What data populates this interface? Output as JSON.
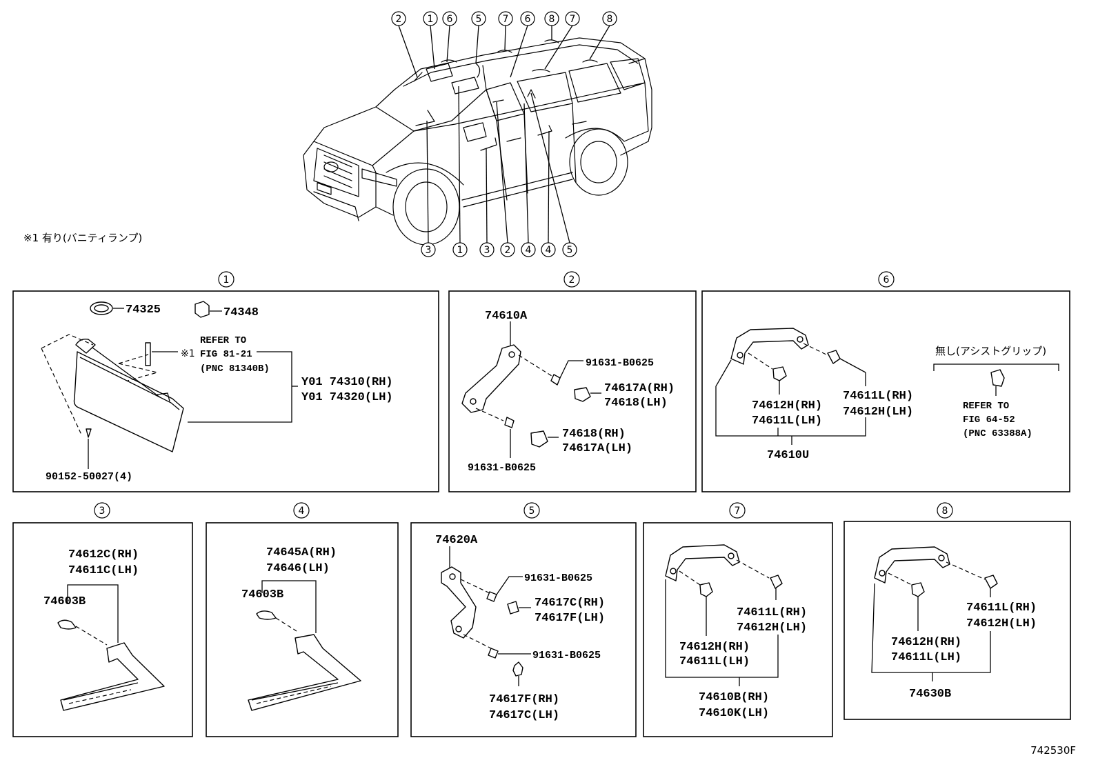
{
  "footnote": "※1 有り(バニティランプ)",
  "figure_id": "742530F",
  "overview_callouts_top": [
    "2",
    "1",
    "6",
    "5",
    "7",
    "6",
    "8",
    "7",
    "8"
  ],
  "overview_callouts_bottom": [
    "3",
    "1",
    "3",
    "2",
    "4",
    "4",
    "5"
  ],
  "panels": {
    "p1": {
      "title": "1",
      "parts": {
        "a": "74325",
        "b": "74348",
        "refer1": "REFER TO",
        "refer2": "FIG 81-21",
        "refer3": "(PNC 81340B)",
        "mark": "※1",
        "rh": "Y01 74310(RH)",
        "lh": "Y01 74320(LH)",
        "screw": "90152-50027(4)"
      }
    },
    "p2": {
      "title": "2",
      "parts": {
        "a": "74610A",
        "bolt1": "91631-B0625",
        "c1": "74617A(RH)",
        "c2": "74618(LH)",
        "d1": "74618(RH)",
        "d2": "74617A(LH)",
        "bolt2": "91631-B0625"
      }
    },
    "p6": {
      "title": "6",
      "parts": {
        "a1": "74612H(RH)",
        "a2": "74611L(LH)",
        "b1": "74611L(RH)",
        "b2": "74612H(LH)",
        "asm": "74610U",
        "without": "無し(アシストグリップ)",
        "refer1": "REFER TO",
        "refer2": "FIG 64-52",
        "refer3": "(PNC 63388A)"
      }
    },
    "p3": {
      "title": "3",
      "parts": {
        "a1": "74612C(RH)",
        "a2": "74611C(LH)",
        "b": "74603B"
      }
    },
    "p4": {
      "title": "4",
      "parts": {
        "a1": "74645A(RH)",
        "a2": "74646(LH)",
        "b": "74603B"
      }
    },
    "p5": {
      "title": "5",
      "parts": {
        "a": "74620A",
        "bolt1": "91631-B0625",
        "c1": "74617C(RH)",
        "c2": "74617F(LH)",
        "bolt2": "91631-B0625",
        "d1": "74617F(RH)",
        "d2": "74617C(LH)"
      }
    },
    "p7": {
      "title": "7",
      "parts": {
        "b1": "74611L(RH)",
        "b2": "74612H(LH)",
        "a1": "74612H(RH)",
        "a2": "74611L(LH)",
        "asm1": "74610B(RH)",
        "asm2": "74610K(LH)"
      }
    },
    "p8": {
      "title": "8",
      "parts": {
        "b1": "74611L(RH)",
        "b2": "74612H(LH)",
        "a1": "74612H(RH)",
        "a2": "74611L(LH)",
        "asm": "74630B"
      }
    }
  }
}
